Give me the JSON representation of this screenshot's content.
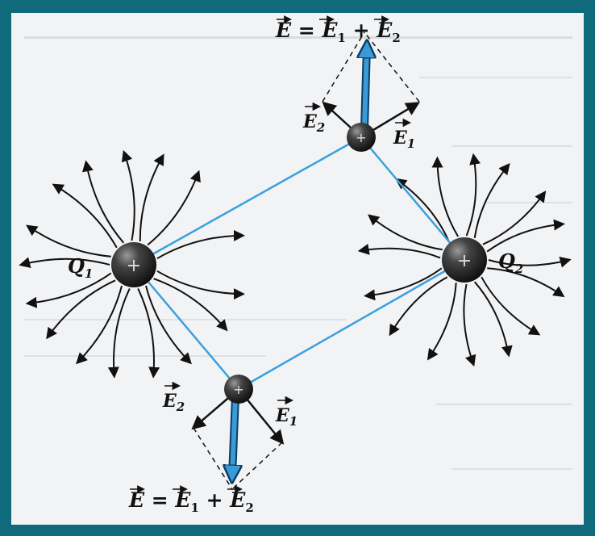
{
  "colors": {
    "border": "#0f6a7c",
    "paper": "#f2f3f5",
    "field_line": "#111111",
    "connector": "#3aa0dc",
    "resultant": "#3a9ad6",
    "charge": "#2a2a2a"
  },
  "charges": {
    "q1": {
      "label": "Q",
      "sub": "1",
      "sign": "+"
    },
    "q2": {
      "label": "Q",
      "sub": "2",
      "sign": "+"
    }
  },
  "test_points": {
    "top": {
      "sign": "+"
    },
    "bottom": {
      "sign": "+"
    }
  },
  "vectors": {
    "top_e1": {
      "label": "E",
      "sub": "1"
    },
    "top_e2": {
      "label": "E",
      "sub": "2"
    },
    "bottom_e1": {
      "label": "E",
      "sub": "1"
    },
    "bottom_e2": {
      "label": "E",
      "sub": "2"
    }
  },
  "equations": {
    "top": {
      "lhs": "E",
      "eq": " = ",
      "t1": "E",
      "s1": "1",
      "plus": " + ",
      "t2": "E",
      "s2": "2"
    },
    "bottom": {
      "lhs": "E",
      "eq": " = ",
      "t1": "E",
      "s1": "1",
      "plus": " + ",
      "t2": "E",
      "s2": "2"
    }
  },
  "icons": [
    "positive-charge-icon",
    "vector-arrow-icon"
  ]
}
